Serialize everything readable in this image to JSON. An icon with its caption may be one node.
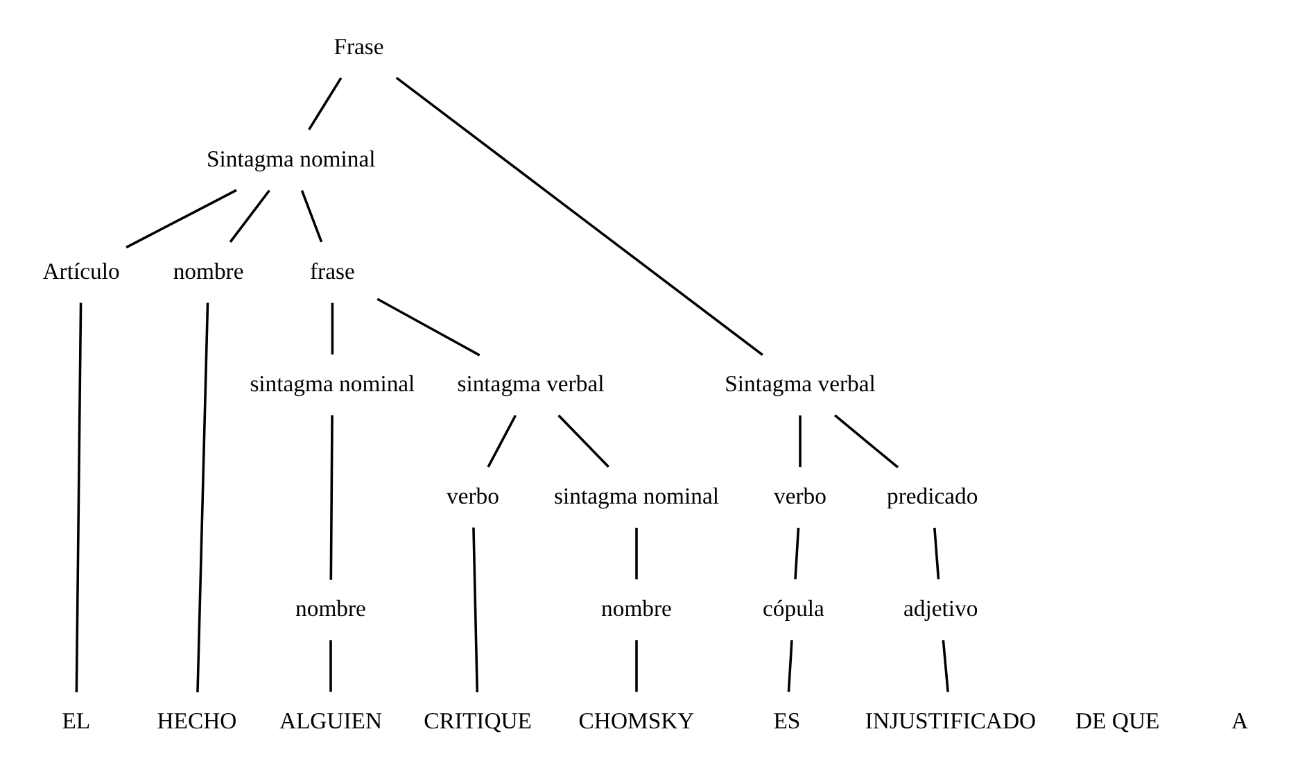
{
  "diagram": {
    "nodes": [
      {
        "text": [
          "Frase"
        ]
      },
      {
        "text": [
          "Sintagma nominal"
        ]
      },
      {
        "text": [
          "Sintagma verbal"
        ]
      },
      {
        "text": [
          "Artículo"
        ]
      },
      {
        "text": [
          "nombre"
        ]
      },
      {
        "text": [
          "frase"
        ]
      },
      {
        "text": [
          "verbo"
        ]
      },
      {
        "text": [
          "predicado"
        ]
      },
      {
        "text": [
          "sintagma nominal"
        ]
      },
      {
        "text": [
          "sintagma verbal"
        ]
      },
      {
        "text": [
          "cópula"
        ]
      },
      {
        "text": [
          "adjetivo"
        ]
      },
      {
        "text": [
          "nombre"
        ]
      },
      {
        "text": [
          "verbo"
        ]
      },
      {
        "text": [
          "sintagma nominal"
        ]
      },
      {
        "text": [
          "nombre"
        ]
      },
      {
        "text": [
          "EL"
        ]
      },
      {
        "text": [
          "HECHO"
        ]
      },
      {
        "text": [
          "ALGUIEN"
        ]
      },
      {
        "text": [
          "CRITIQUE"
        ]
      },
      {
        "text": [
          "CHOMSKY"
        ]
      },
      {
        "text": [
          "ES"
        ]
      },
      {
        "text": [
          "INJUSTIFICADO"
        ]
      }
    ],
    "edges": [
      {
        "from": 0,
        "to": 1,
        "arrow": "none"
      },
      {
        "from": 0,
        "to": 2,
        "arrow": "none"
      },
      {
        "from": 1,
        "to": 3,
        "arrow": "none"
      },
      {
        "from": 1,
        "to": 4,
        "arrow": "none"
      },
      {
        "from": 1,
        "to": 5,
        "arrow": "none"
      },
      {
        "from": 2,
        "to": 6,
        "arrow": "none"
      },
      {
        "from": 2,
        "to": 7,
        "arrow": "none"
      },
      {
        "from": 5,
        "to": 8,
        "arrow": "none"
      },
      {
        "from": 5,
        "to": 9,
        "arrow": "none"
      },
      {
        "from": 6,
        "to": 10,
        "arrow": "none"
      },
      {
        "from": 7,
        "to": 11,
        "arrow": "none"
      },
      {
        "from": 8,
        "to": 12,
        "arrow": "none"
      },
      {
        "from": 9,
        "to": 13,
        "arrow": "none"
      },
      {
        "from": 9,
        "to": 14,
        "arrow": "none"
      },
      {
        "from": 14,
        "to": 15,
        "arrow": "none"
      },
      {
        "from": 3,
        "to": 16,
        "arrow": "none"
      },
      {
        "from": 4,
        "to": 17,
        "arrow": "none"
      },
      {
        "from": 12,
        "to": 18,
        "arrow": "none"
      },
      {
        "from": 13,
        "to": 19,
        "arrow": "none"
      },
      {
        "from": 15,
        "to": 20,
        "arrow": "none"
      },
      {
        "from": 10,
        "to": 21,
        "arrow": "none"
      },
      {
        "from": 11,
        "to": 22,
        "arrow": "none"
      }
    ],
    "labels": [
      "DE QUE",
      "A"
    ]
  }
}
